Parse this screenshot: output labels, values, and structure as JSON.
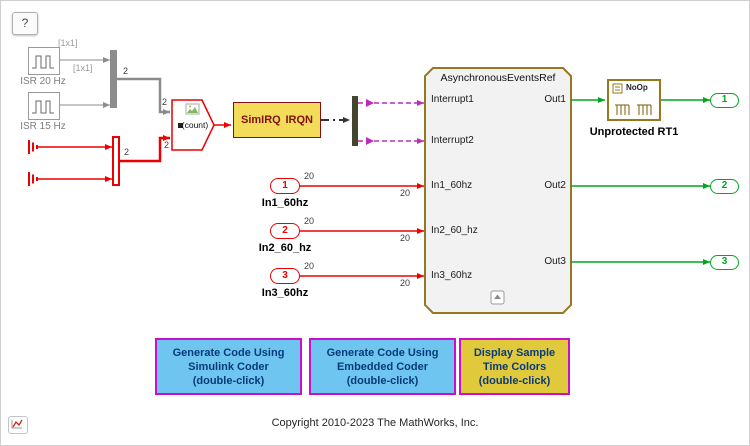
{
  "help": {
    "label": "?"
  },
  "footer": {
    "copyright": "Copyright 2010-2023 The MathWorks, Inc."
  },
  "colors": {
    "signal_red": "#EC0000",
    "signal_green": "#00A81E",
    "signal_magenta": "#BB2CBB",
    "subsystem_border": "#96781E",
    "irq_block_fill": "#F3DC5A",
    "irq_block_border": "#801010",
    "button_blue": "#6EC6F0",
    "button_yellow": "#E0CA3C",
    "button_border": "#CB0ECB",
    "button_text": "#083A78"
  },
  "diagram": {
    "isr20": {
      "label": "ISR 20 Hz"
    },
    "isr15": {
      "label": "ISR 15 Hz"
    },
    "dim_1x1": "[1x1]",
    "dim_2": "2",
    "dim_20": "20",
    "count_label": "(count)",
    "simirq": {
      "name": "SimIRQ",
      "port": "IRQN"
    },
    "subsystem": {
      "title": "AsynchronousEventsRef",
      "inputs": [
        "Interrupt1",
        "Interrupt2",
        "In1_60hz",
        "In2_60_hz",
        "In3_60hz"
      ],
      "outputs": [
        "Out1",
        "Out2",
        "Out3"
      ]
    },
    "rt1": {
      "inner": "NoOp",
      "label": "Unprotected RT1"
    },
    "inports": [
      {
        "num": "1",
        "label": "In1_60hz"
      },
      {
        "num": "2",
        "label": "In2_60_hz"
      },
      {
        "num": "3",
        "label": "In3_60hz"
      }
    ],
    "outports": [
      {
        "num": "1"
      },
      {
        "num": "2"
      },
      {
        "num": "3"
      }
    ]
  },
  "buttons": [
    {
      "line1": "Generate Code Using",
      "line2": "Simulink Coder",
      "line3": "(double-click)"
    },
    {
      "line1": "Generate Code Using",
      "line2": "Embedded Coder",
      "line3": "(double-click)"
    },
    {
      "line1": "Display Sample",
      "line2": "Time Colors",
      "line3": "(double-click)"
    }
  ]
}
